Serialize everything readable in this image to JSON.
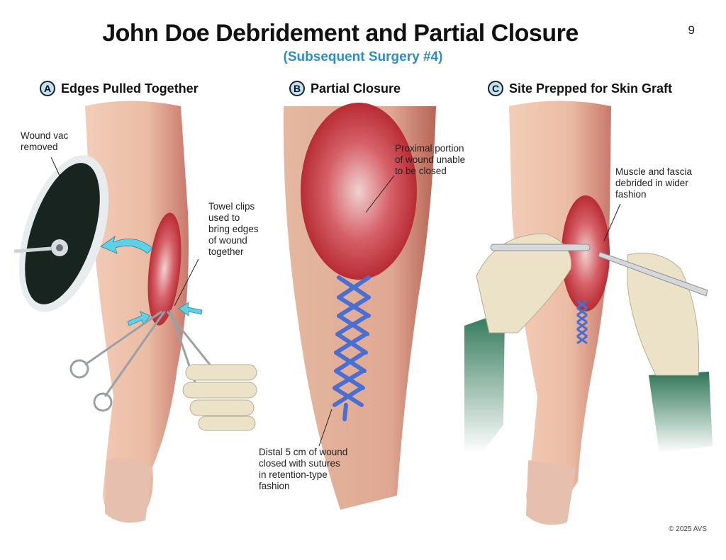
{
  "header": {
    "title": "John Doe Debridement and Partial Closure",
    "subtitle": "(Subsequent Surgery #4)",
    "page_number": "9"
  },
  "panels": [
    {
      "badge": "A",
      "title": "Edges Pulled Together",
      "labels": [
        "Wound vac removed",
        "Towel clips used to bring edges of wound together"
      ],
      "label_lines": [
        [
          "Wound vac",
          "removed"
        ],
        [
          "Towel clips",
          "used to",
          "bring edges",
          "of wound",
          "together"
        ]
      ]
    },
    {
      "badge": "B",
      "title": "Partial Closure",
      "label_lines": [
        [
          "Proximal portion",
          "of wound unable",
          "to be closed"
        ],
        [
          "Distal 5 cm of wound",
          "closed with sutures",
          "in retention-type",
          "fashion"
        ]
      ]
    },
    {
      "badge": "C",
      "title": "Site Prepped for Skin Graft",
      "label_lines": [
        [
          "Muscle and fascia",
          "debrided in wider",
          "fashion"
        ]
      ]
    }
  ],
  "footer": {
    "copyright": "© 2025 AVS"
  },
  "colors": {
    "accent": "#2e8ec4",
    "badge_fill": "#bfe3f4",
    "skin": "#e9b9a0",
    "wound": "#c8343a",
    "suture": "#4a6fd0",
    "arrow": "#5fd0e6",
    "gown": "#2f7d5a"
  }
}
